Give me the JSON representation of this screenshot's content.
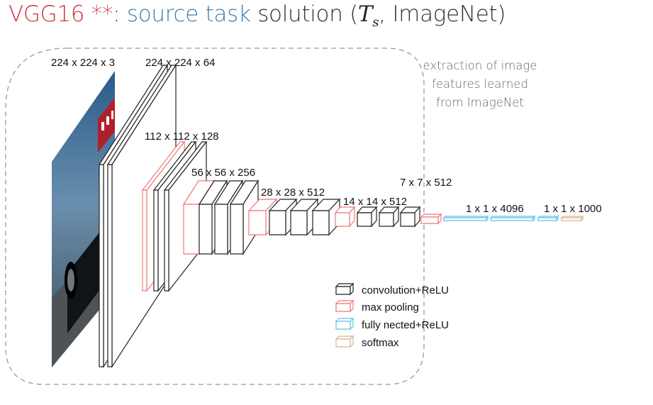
{
  "title": {
    "part1": "VGG16",
    "part2": " **",
    "part3": ": ",
    "part4": "source task",
    "part5": " solution (",
    "math_symbol": "T",
    "math_sub": "s",
    "part6": ", ImageNet)"
  },
  "annotation": {
    "line1": "extraction of image",
    "line2": "features learned",
    "line3": "from ImageNet"
  },
  "dims": {
    "input": "224 x 224 x 3",
    "conv1": "224 x 224 x 64",
    "conv2": "112 x 112 x 128",
    "conv3": "56 x 56 x 256",
    "conv4": "28 x 28 x 512",
    "conv5": "14 x 14 x 512",
    "pool5": "7 x 7 x 512",
    "fc": "1 x 1 x 4096",
    "softmax": "1 x 1 x 1000"
  },
  "legend": {
    "conv": "convolution+ReLU",
    "pool": "max pooling",
    "fc": "fully nected+ReLU",
    "softmax": "softmax"
  },
  "colors": {
    "conv": "#222222",
    "pool": "#f07878",
    "fc": "#5ec4e8",
    "softmax": "#d9b48c",
    "title_red": "#c8323a",
    "title_blue": "#3f7fae"
  }
}
